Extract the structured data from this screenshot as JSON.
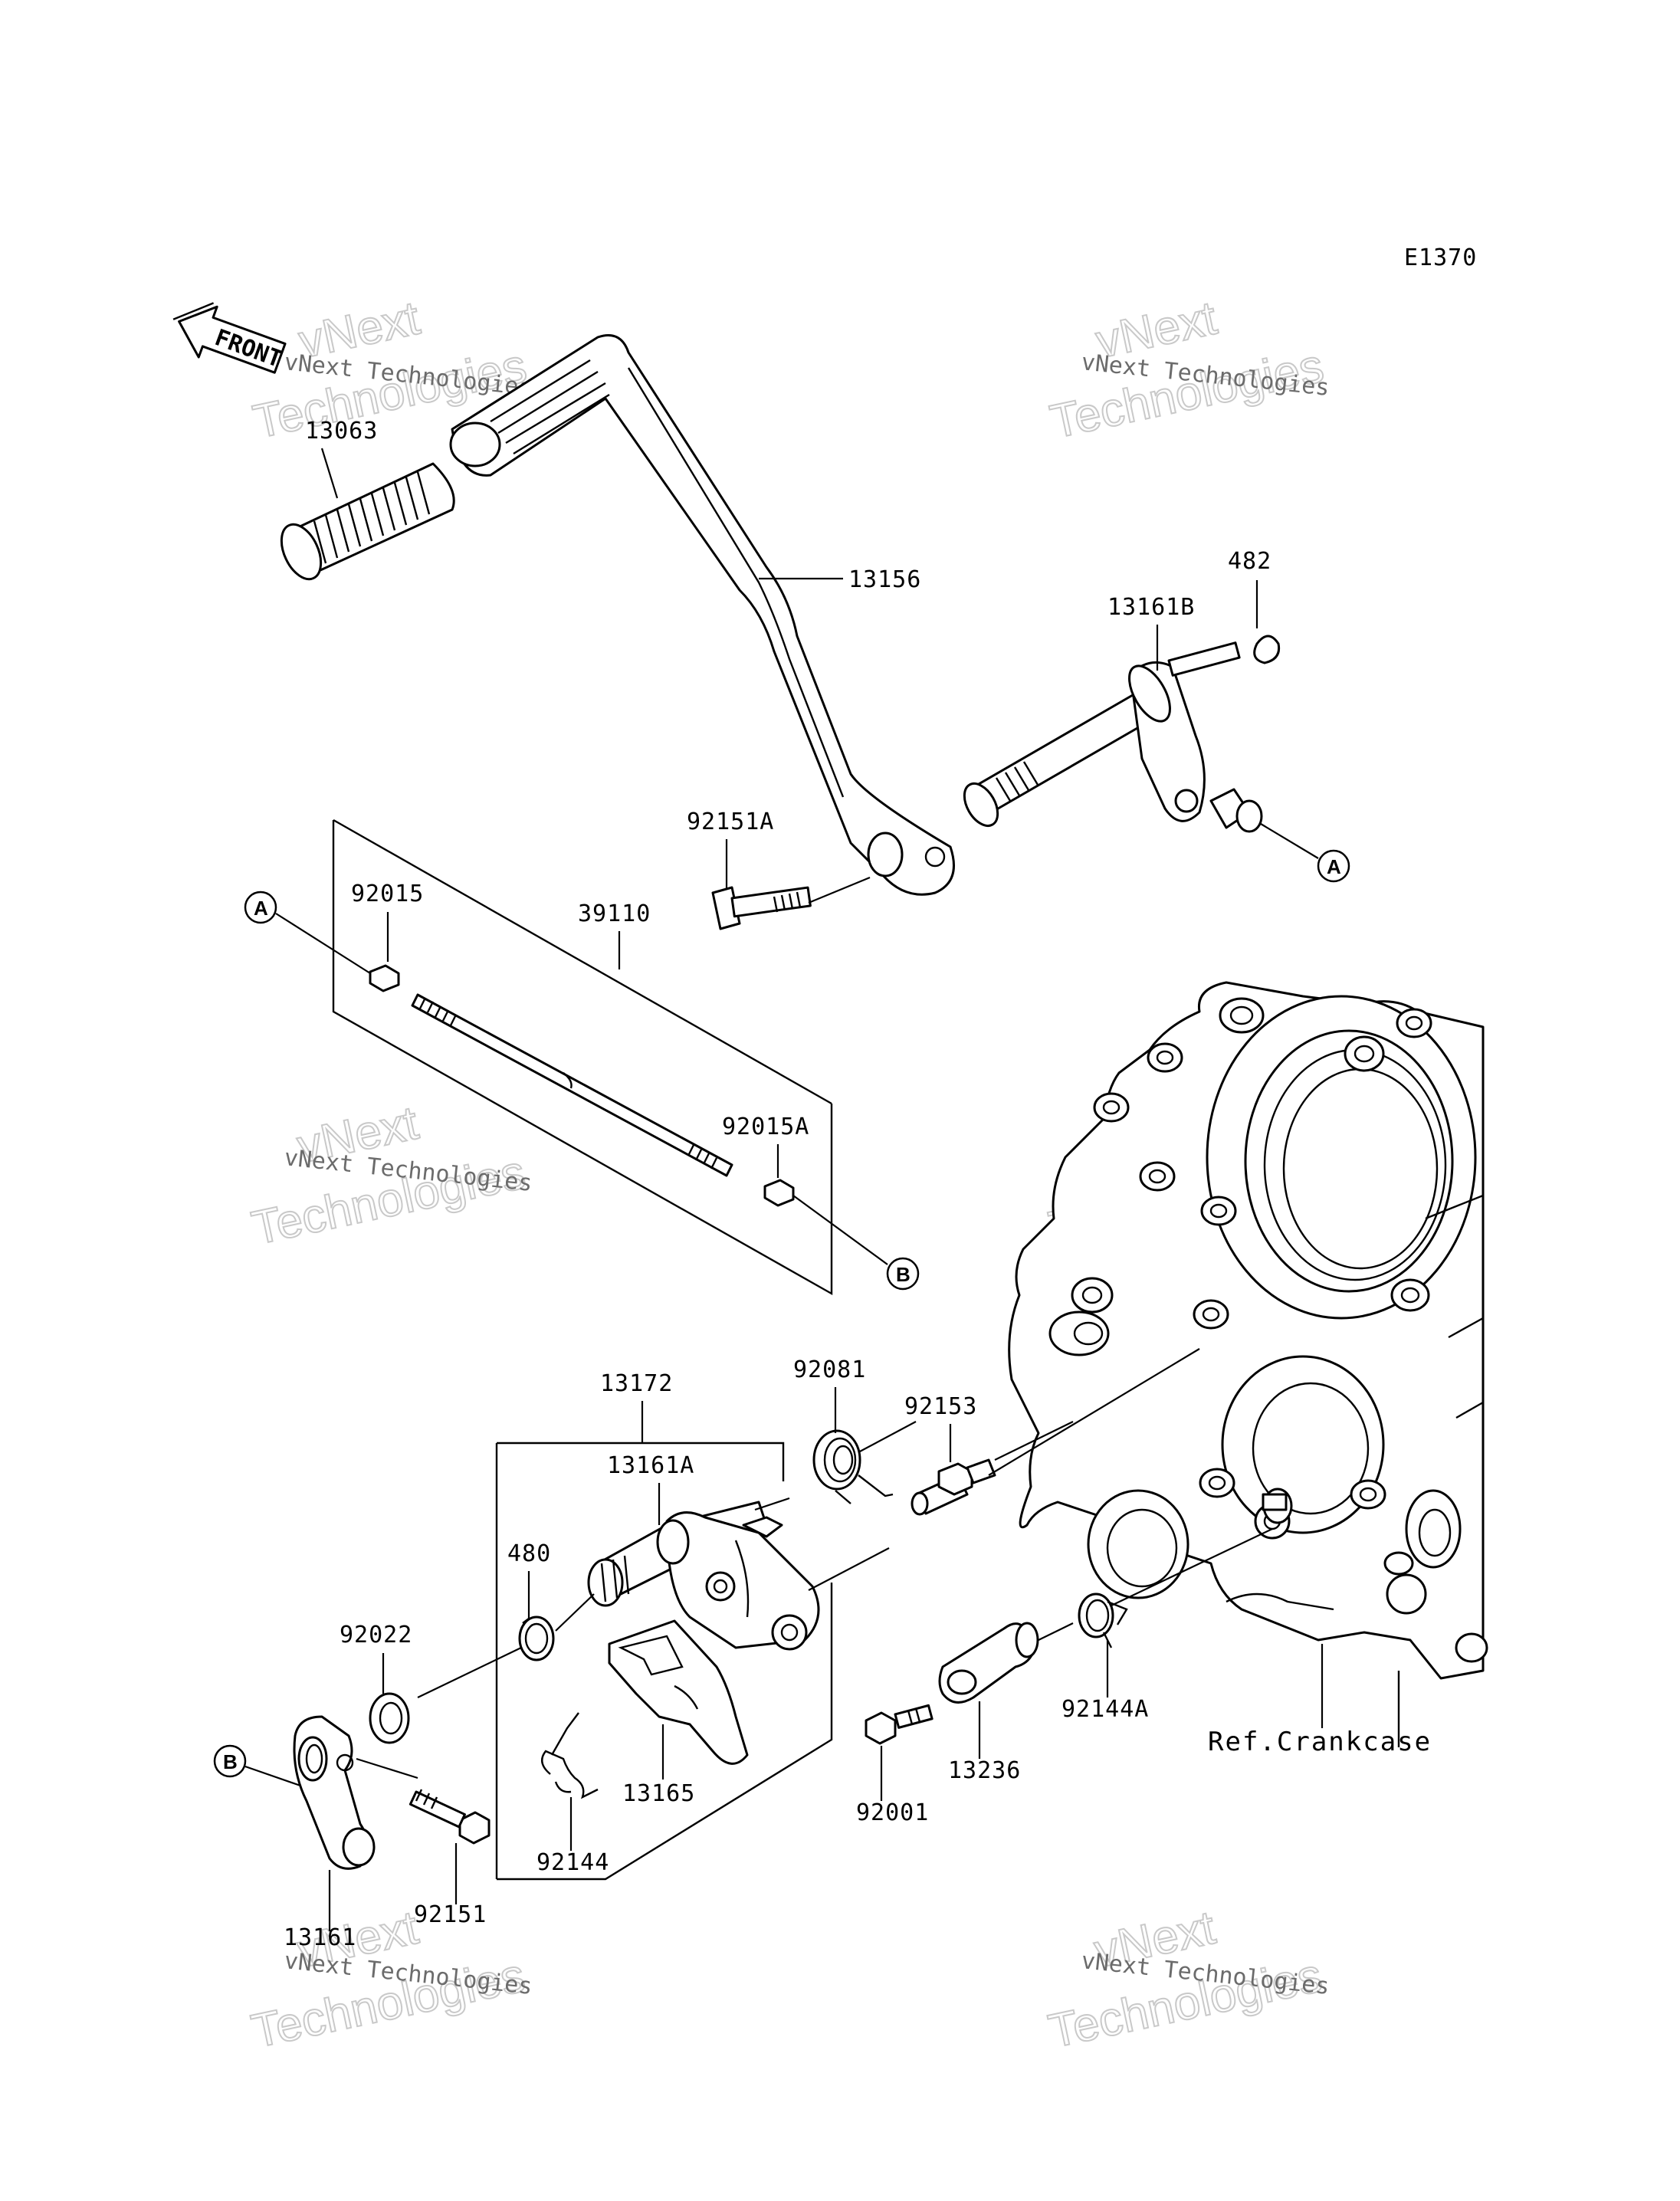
{
  "diagram": {
    "code": "E1370",
    "front_label": "FRONT",
    "ref_label": "Ref.Crankcase",
    "watermark": {
      "line1": "vNext Technologies",
      "line2": "vNext",
      "line3": "Technologies"
    },
    "callouts": {
      "a": "A",
      "b": "B"
    },
    "parts": [
      "13063",
      "13156",
      "482",
      "13161B",
      "92151A",
      "92015",
      "39110",
      "92015A",
      "13172",
      "92081",
      "92153",
      "13161A",
      "480",
      "92022",
      "13165",
      "92144",
      "92151",
      "13161",
      "92001",
      "13236",
      "92144A"
    ]
  }
}
